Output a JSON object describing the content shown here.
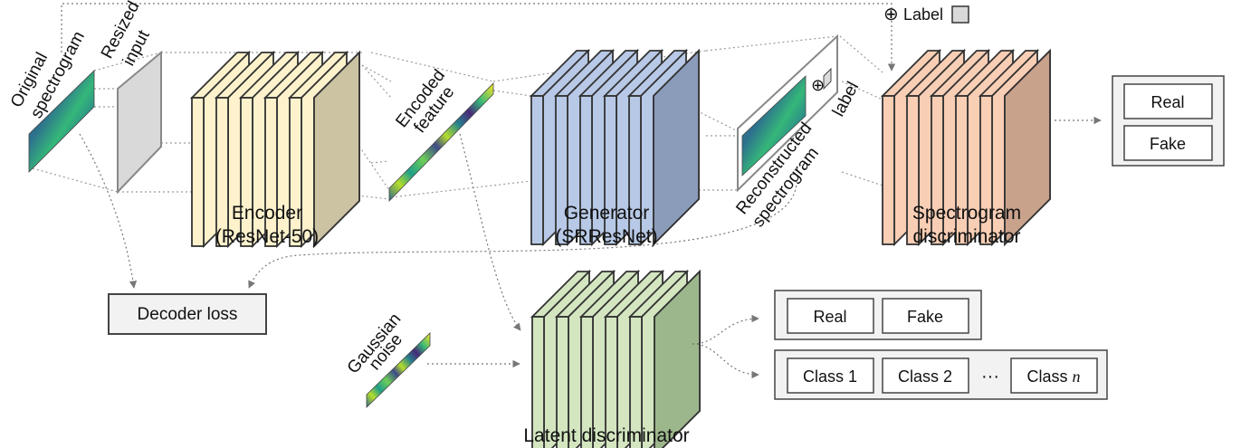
{
  "labels": {
    "original_line1": "Original",
    "original_line2": "spectrogram",
    "resized_line1": "Resized",
    "resized_line2": "input",
    "encoded_line1": "Encoded",
    "encoded_line2": "feature",
    "encoder_title": "Encoder",
    "encoder_sub": "(ResNet-50)",
    "generator_title": "Generator",
    "generator_sub": "(SRResNet)",
    "recon_line1": "Reconstructed",
    "recon_line2": "spectrogram",
    "label_word": "label",
    "spec_disc_line1": "Spectrogram",
    "spec_disc_line2": "discriminator",
    "legend_label": "Label",
    "decoder_loss": "Decoder loss",
    "gauss_line1": "Gaussian",
    "gauss_line2": "noise",
    "latent_disc": "Latent discriminator",
    "real": "Real",
    "fake": "Fake",
    "class1": "Class 1",
    "class2": "Class 2",
    "dots": "···",
    "class_n_prefix": "Class ",
    "class_n_var": "n",
    "oplus": "⊕"
  },
  "colors": {
    "encoder_front": "#fdf2cc",
    "encoder_side": "#ccc3a3",
    "generator_front": "#b7c9e6",
    "generator_side": "#8b9cbb",
    "spec_disc_front": "#f8ceb4",
    "spec_disc_side": "#c9a28c",
    "latent_front": "#d3e6c0",
    "latent_side": "#9db78c",
    "resized_input": "#d9d9d9",
    "box_fill": "#f2f2f2",
    "edge": "#333333",
    "dashed": "#888888"
  }
}
